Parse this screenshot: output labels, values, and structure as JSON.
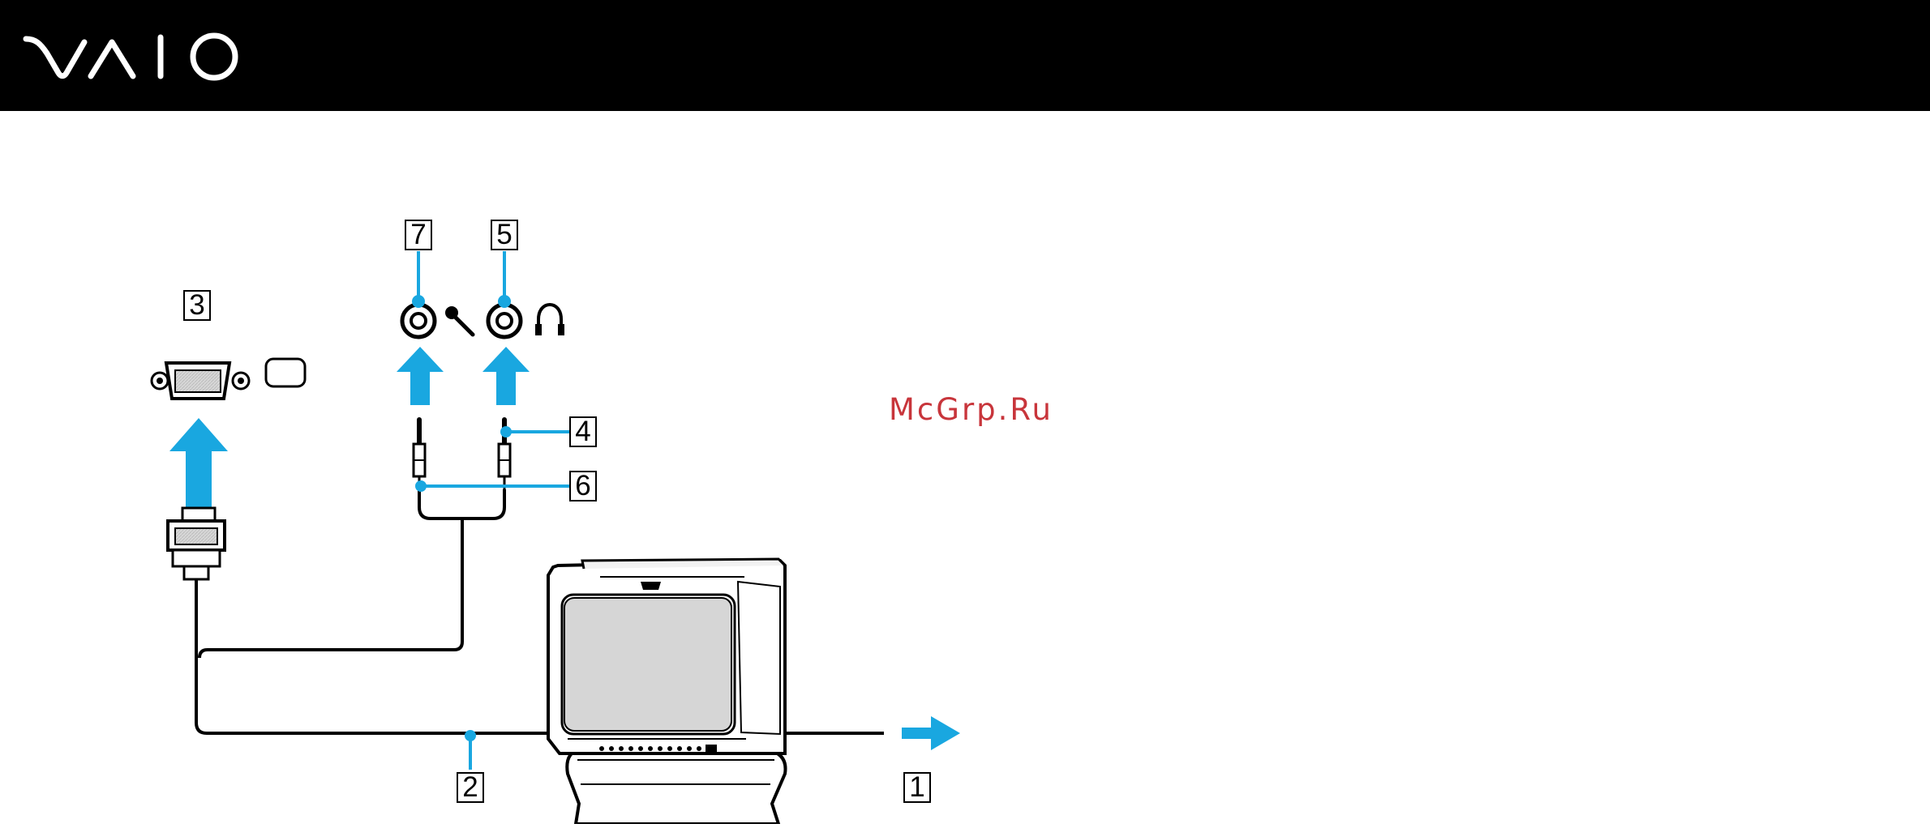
{
  "header": {
    "logo": "VAIO",
    "logo_icon": "vaio-logo-icon",
    "background": "#000000"
  },
  "watermark": {
    "text": "McGrp.Ru",
    "color": "#c8353b"
  },
  "diagram": {
    "accent_color": "#19a7e0",
    "callouts": [
      {
        "id": "1",
        "label": "1"
      },
      {
        "id": "2",
        "label": "2"
      },
      {
        "id": "3",
        "label": "3"
      },
      {
        "id": "4",
        "label": "4"
      },
      {
        "id": "5",
        "label": "5"
      },
      {
        "id": "6",
        "label": "6"
      },
      {
        "id": "7",
        "label": "7"
      }
    ],
    "icons": [
      "vga-port-icon",
      "monitor-icon",
      "microphone-jack-icon",
      "microphone-icon",
      "headphone-jack-icon",
      "headphones-icon",
      "vga-plug-icon",
      "audio-plug-icon",
      "tv-set-icon",
      "arrow-right-icon"
    ]
  }
}
